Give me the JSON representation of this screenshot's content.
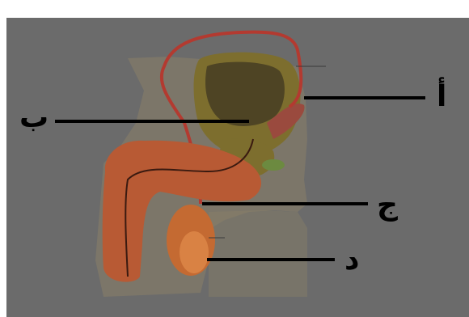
{
  "labels": {
    "a": "أ",
    "b": "ب",
    "c": "ج",
    "d": "د"
  },
  "colors": {
    "background": "#6b6b6b",
    "tissue": "#a88a5e",
    "organ_fill": "#8b7a35",
    "vessel": "#c2423a",
    "penis": "#c2623a",
    "testis": "#c46a32",
    "leader_line": "#000000"
  }
}
